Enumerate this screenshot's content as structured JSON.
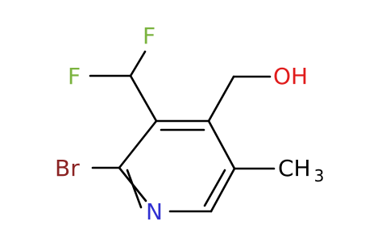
{
  "molecule": {
    "atoms": {
      "br": {
        "text": "Br",
        "color": "#8b2323"
      },
      "n": {
        "text": "N",
        "color": "#2f2fd1"
      },
      "f_top": {
        "text": "F",
        "color": "#7ab33e"
      },
      "f_left": {
        "text": "F",
        "color": "#7ab33e"
      },
      "oh": {
        "text": "OH",
        "color": "#e01b1b"
      },
      "ch3": {
        "text": "CH",
        "subscript": "3",
        "color": "#000000"
      }
    }
  }
}
